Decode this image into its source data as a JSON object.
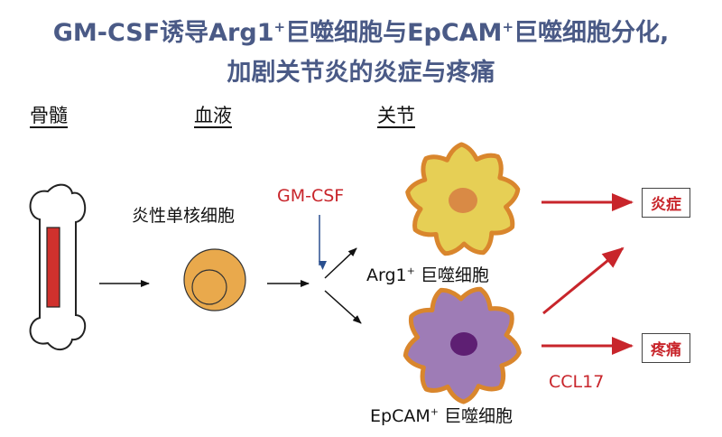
{
  "title": {
    "line1_pre": "GM-CSF诱导Arg1",
    "line1_sup1": "+",
    "line1_mid": "巨噬细胞与EpCAM",
    "line1_sup2": "+",
    "line1_post": "巨噬细胞分化,",
    "line2": "加剧关节炎的炎症与疼痛"
  },
  "columns": {
    "bone_marrow": "骨髓",
    "blood": "血液",
    "joint": "关节"
  },
  "labels": {
    "monocyte": "炎性单核细胞",
    "gmcsf": "GM-CSF",
    "arg1_name": "Arg1",
    "arg1_sup": "+",
    "arg1_suffix": " 巨噬细胞",
    "epcam_name": "EpCAM",
    "epcam_sup": "+",
    "epcam_suffix": " 巨噬细胞",
    "ccl17": "CCL17"
  },
  "outcomes": {
    "inflammation": "炎症",
    "pain": "疼痛"
  },
  "colors": {
    "title": "#4a5a86",
    "accent_red": "#c8252b",
    "arg1_cell": "#e6cf55",
    "arg1_nucleus": "#d98a45",
    "epcam_cell": "#9e7cb6",
    "epcam_nucleus": "#5e1f73",
    "cell_edge": "#d9862d",
    "monocyte": "#e9a94c",
    "bone_marrow": "#d0312d",
    "gmcsf_arrow": "#2a4f8f"
  }
}
